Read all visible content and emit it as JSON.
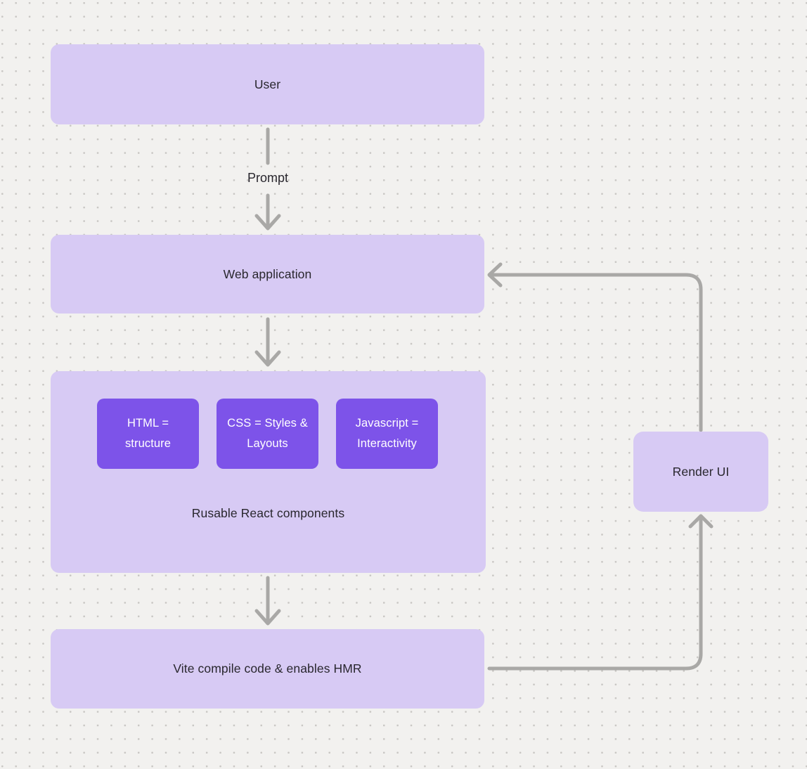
{
  "canvas": {
    "background": "#f2f1ef",
    "dot_color": "#c8c6c3"
  },
  "colors": {
    "node_fill": "#d7caf4",
    "chip_fill": "#7d53e9",
    "chip_text": "#ffffff",
    "connector": "#a9a8a6",
    "text": "#29272e"
  },
  "nodes": {
    "user": {
      "label": "User"
    },
    "web_application": {
      "label": "Web application"
    },
    "components_group": {
      "label": "Rusable React components",
      "chips": [
        {
          "label": "HTML = structure"
        },
        {
          "label": "CSS = Styles & Layouts"
        },
        {
          "label": "Javascript = Interactivity"
        }
      ]
    },
    "vite": {
      "label": "Vite compile code & enables HMR"
    },
    "render_ui": {
      "label": "Render UI"
    }
  },
  "connectors": {
    "prompt_label": "Prompt"
  }
}
